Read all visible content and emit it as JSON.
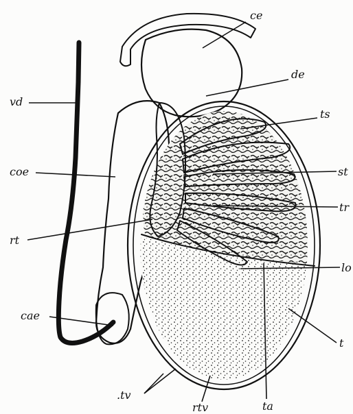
{
  "diagram": {
    "labels": {
      "ce": "ce",
      "de": "de",
      "ts": "ts",
      "st": "st",
      "tr": "tr",
      "lo": "lo",
      "t": "t",
      "ta": "ta",
      "rtv": "rtv",
      "tv": ".tv",
      "cae": "cae",
      "rt": "rt",
      "coe": "coe",
      "vd": "vd"
    }
  }
}
